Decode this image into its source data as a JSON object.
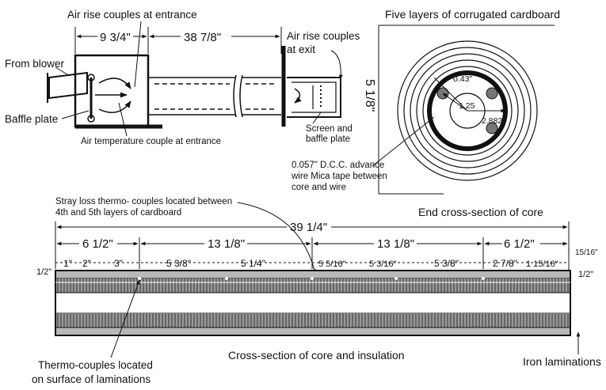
{
  "labels": {
    "air_rise_entrance": "Air rise couples at entrance",
    "air_rise_exit_1": "Air rise couples",
    "air_rise_exit_2": "at exit",
    "from_blower": "From blower",
    "baffle_plate": "Baffle plate",
    "air_temp_entrance": "Air temperature couple at entrance",
    "screen_baffle_1": "Screen and",
    "screen_baffle_2": "baffle plate",
    "five_layers": "Five layers of corrugated cardboard",
    "wire_note_1": "0.057\" D.C.C. advance",
    "wire_note_2": "wire Mica tape between",
    "wire_note_3": "core and wire",
    "end_cross_section": "End cross-section of core",
    "stray_loss_1": "Stray loss thermo- couples located between",
    "stray_loss_2": "4th and 5th layers of cardboard",
    "cross_section": "Cross-section of core and insulation",
    "iron_laminations": "Iron laminations",
    "thermo_couples_1": "Thermo-couples located",
    "thermo_couples_2": "on surface of laminations"
  },
  "dimensions": {
    "entrance_len": "9 3/4\"",
    "tube_len": "38 7/8\"",
    "height": "5 1/8\"",
    "r_043": "0.43\"",
    "r_125": "1.25",
    "r_2882": "2.882",
    "total": "39 1/4\"",
    "seg_a": "6 1/2\"",
    "seg_b": "13 1/8\"",
    "seg_c": "13 1/8\"",
    "seg_d": "6 1/2\"",
    "seg_e": "15/16\"",
    "s_half_left": "1/2\"",
    "s_1": "1\"",
    "s_2": "2\"",
    "s_3": "3\"",
    "s_538a": "5 3/8\"",
    "s_514": "5 1/4\"",
    "s_5516": "5 5/16\"",
    "s_5316": "5 3/16\"",
    "s_538b": "5 3/8\"",
    "s_278": "2 7/8\"",
    "s_11516": "1 15/16\"",
    "s_half_right": "1/2\""
  }
}
